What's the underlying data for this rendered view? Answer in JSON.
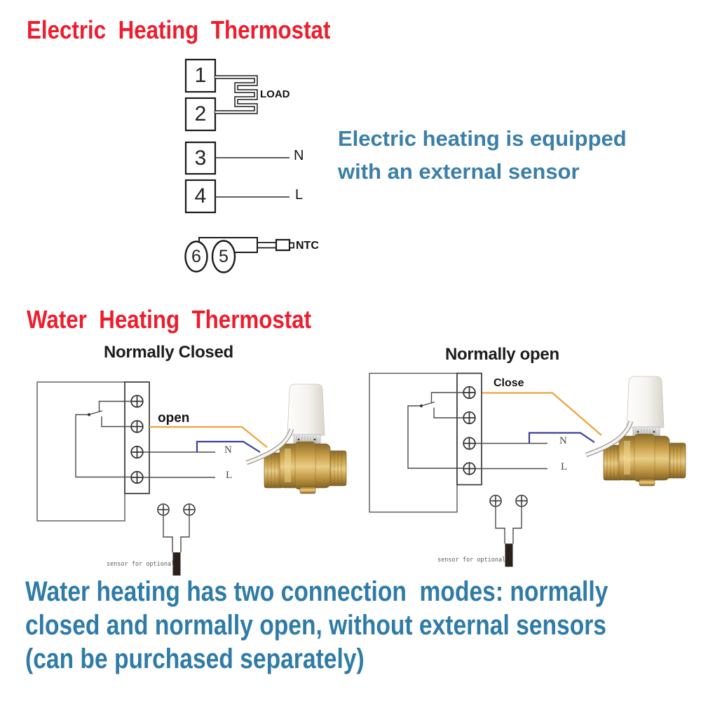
{
  "electric": {
    "title": "Electric  Heating  Thermostat",
    "terminals": [
      "1",
      "2",
      "3",
      "4"
    ],
    "load_label": "LOAD",
    "neutral_label": "N",
    "line_label": "L",
    "sensor_terminals": [
      "6",
      "5"
    ],
    "ntc_label": "NTC",
    "note_line1": "Electric heating is equipped",
    "note_line2": "with an external sensor"
  },
  "water": {
    "title": "Water  Heating  Thermostat",
    "normally_closed": {
      "label": "Normally Closed",
      "wire_label": "open",
      "neutral_label": "N",
      "line_label": "L",
      "sensor_note": "sensor for optional"
    },
    "normally_open": {
      "label": "Normally open",
      "wire_label": "Close",
      "neutral_label": "N",
      "line_label": "L",
      "sensor_note": "sensor for optional"
    },
    "note_line1": "Water heating has two connection  modes: normally",
    "note_line2": "closed and normally open, without external sensors",
    "note_line3": "(can be purchased separately)"
  },
  "colors": {
    "title_red": "#ee1c2c",
    "note_teal_top": "#3b7fa8",
    "note_teal_bottom": "#2f7ba8",
    "wire_orange": "#f0a23c",
    "wire_blue": "#3c4099",
    "brass": "#c49a46",
    "actuator_white": "#f5f3ef"
  }
}
